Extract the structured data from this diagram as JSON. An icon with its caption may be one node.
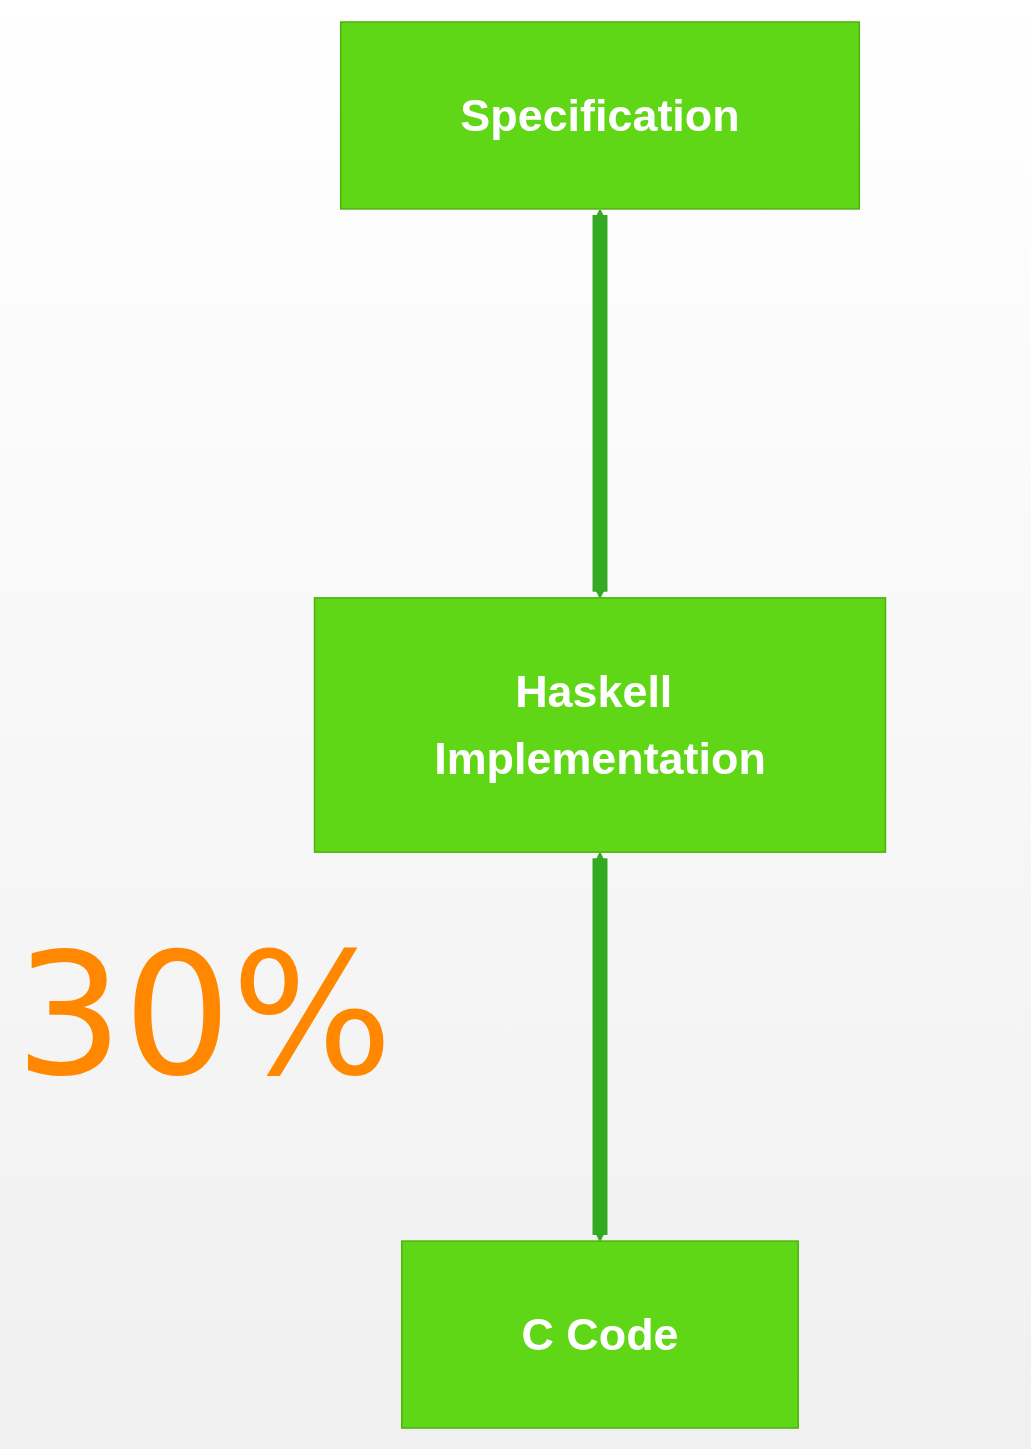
{
  "diagram": {
    "nodes": [
      {
        "text": [
          "Specification"
        ]
      },
      {
        "text": [
          "Haskell Implementation"
        ]
      },
      {
        "text": [
          "C Code"
        ]
      }
    ],
    "edges": [
      {
        "from": 0,
        "to": 1,
        "arrow": "both"
      },
      {
        "from": 1,
        "to": 2,
        "arrow": "both"
      }
    ],
    "labels": [
      "30%"
    ]
  }
}
